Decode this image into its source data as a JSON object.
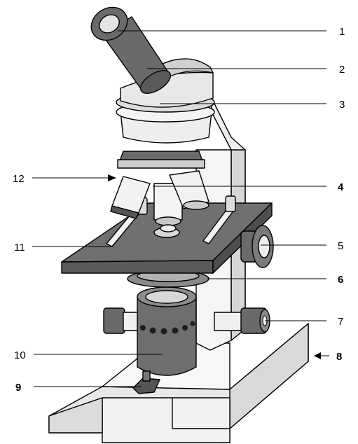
{
  "labels": [
    {
      "id": "1",
      "text": "1"
    },
    {
      "id": "2",
      "text": "2"
    },
    {
      "id": "3",
      "text": "3"
    },
    {
      "id": "4",
      "text": "4"
    },
    {
      "id": "5",
      "text": "5"
    },
    {
      "id": "6",
      "text": "6"
    },
    {
      "id": "7",
      "text": "7"
    },
    {
      "id": "8",
      "text": "8"
    },
    {
      "id": "9",
      "text": "9"
    },
    {
      "id": "10",
      "text": "10"
    },
    {
      "id": "11",
      "text": "11"
    },
    {
      "id": "12",
      "text": "12"
    }
  ],
  "colors": {
    "light": "#ededed",
    "mid": "#a9a9a9",
    "dark": "#6e6e6e",
    "darker": "#4e4e4e",
    "line": "#000000"
  }
}
